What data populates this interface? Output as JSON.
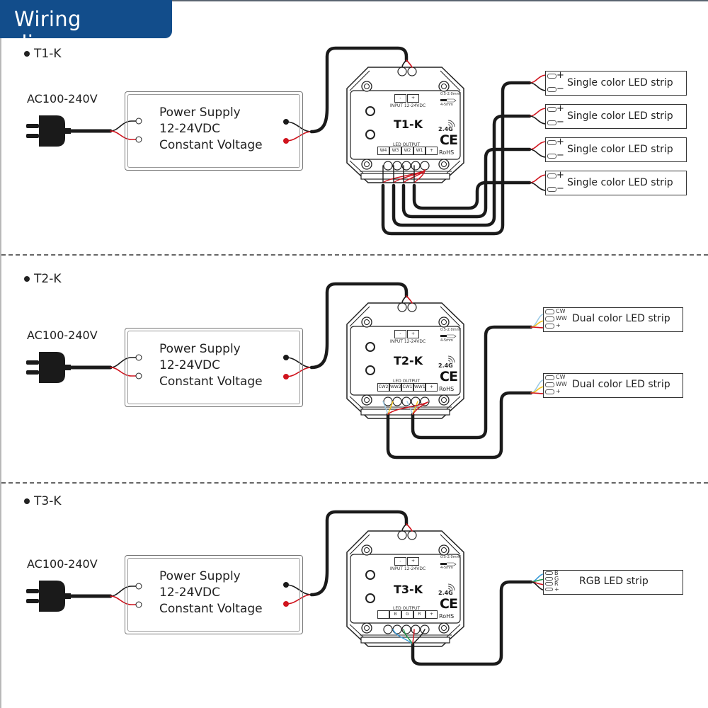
{
  "header": {
    "title": "Wiring diagram",
    "color": "#124d8b"
  },
  "sections": [
    {
      "id": "t1",
      "title": "T1-K",
      "ac_label": "AC100-240V",
      "power_supply": {
        "line1": "Power Supply",
        "line2": "12-24VDC",
        "line3": "Constant Voltage"
      },
      "controller": {
        "model": "T1-K",
        "input_minus": "-",
        "input_plus": "+",
        "input_label": "INPUT 12-24VDC",
        "wire_spec_top": "0.5-2.0mm²",
        "wire_spec_bottom": "4-5mm",
        "rf_label": "2.4G",
        "ce_label": "CE",
        "rohs_label": "RoHS",
        "output_label": "LED OUTPUT",
        "output_terminals": [
          "W4",
          "W3",
          "W2",
          "W1",
          "+"
        ]
      },
      "strips": [
        {
          "label": "Single color LED strip",
          "terminals": [
            "+",
            "−"
          ]
        },
        {
          "label": "Single color LED strip",
          "terminals": [
            "+",
            "−"
          ]
        },
        {
          "label": "Single color LED strip",
          "terminals": [
            "+",
            "−"
          ]
        },
        {
          "label": "Single color LED strip",
          "terminals": [
            "+",
            "−"
          ]
        }
      ]
    },
    {
      "id": "t2",
      "title": "T2-K",
      "ac_label": "AC100-240V",
      "power_supply": {
        "line1": "Power Supply",
        "line2": "12-24VDC",
        "line3": "Constant Voltage"
      },
      "controller": {
        "model": "T2-K",
        "input_minus": "-",
        "input_plus": "+",
        "input_label": "INPUT 12-24VDC",
        "wire_spec_top": "0.5-2.0mm²",
        "wire_spec_bottom": "4-5mm",
        "rf_label": "2.4G",
        "ce_label": "CE",
        "rohs_label": "RoHS",
        "output_label": "LED OUTPUT",
        "output_terminals": [
          "CW2",
          "WW2",
          "CW1",
          "WW1",
          "+"
        ]
      },
      "strips": [
        {
          "label": "Dual color LED strip",
          "terminals": [
            "CW",
            "WW",
            "+"
          ]
        },
        {
          "label": "Dual color LED strip",
          "terminals": [
            "CW",
            "WW",
            "+"
          ]
        }
      ]
    },
    {
      "id": "t3",
      "title": "T3-K",
      "ac_label": "AC100-240V",
      "power_supply": {
        "line1": "Power Supply",
        "line2": "12-24VDC",
        "line3": "Constant Voltage"
      },
      "controller": {
        "model": "T3-K",
        "input_minus": "-",
        "input_plus": "+",
        "input_label": "INPUT 12-24VDC",
        "wire_spec_top": "0.5-2.0mm²",
        "wire_spec_bottom": "4-5mm",
        "rf_label": "2.4G",
        "ce_label": "CE",
        "rohs_label": "RoHS",
        "output_label": "LED OUTPUT",
        "output_terminals": [
          "",
          "B",
          "G",
          "R",
          "+"
        ]
      },
      "strips": [
        {
          "label": "RGB LED strip",
          "terminals": [
            "B",
            "G",
            "R",
            "+"
          ]
        }
      ]
    }
  ],
  "wire_colors": {
    "black": "#1a1a1a",
    "red": "#d0141e",
    "blue": "#3a9ad9",
    "light_blue": "#9dcbe6",
    "yellow": "#f2c21b",
    "green": "#1e9a4a"
  }
}
